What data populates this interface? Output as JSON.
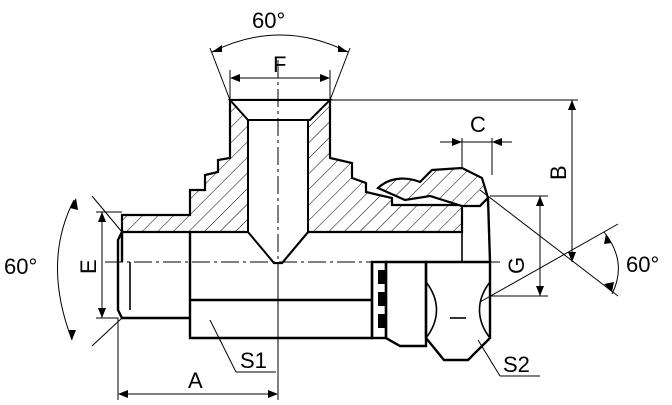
{
  "drawing": {
    "labels": {
      "angle_top": "60°",
      "angle_left": "60°",
      "angle_right": "60°",
      "dim_f": "F",
      "dim_c": "C",
      "dim_b": "B",
      "dim_e": "E",
      "dim_g": "G",
      "dim_a": "A",
      "part_s1": "S1",
      "part_s2": "S2"
    }
  }
}
